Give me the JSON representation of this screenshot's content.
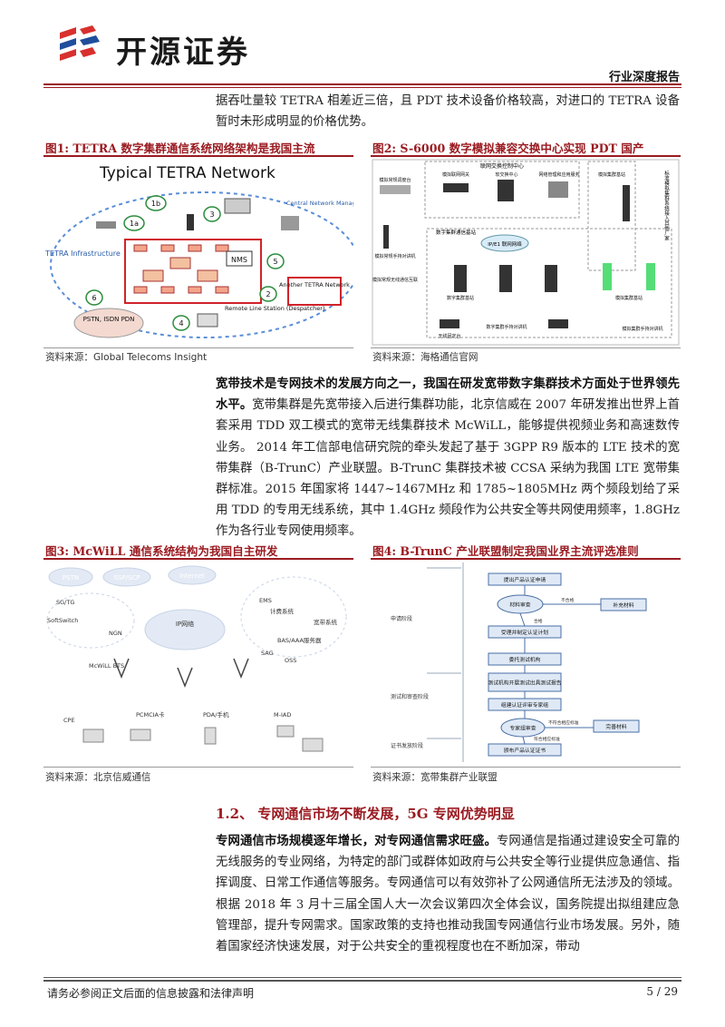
{
  "header": {
    "brand": "开源证券",
    "report_type": "行业深度报告"
  },
  "intro": {
    "text": "据吞吐量较 TETRA 相差近三倍，且 PDT 技术设备价格较高，对进口的 TETRA 设备暂时未形成明显的价格优势。"
  },
  "figures": {
    "fig1": {
      "caption": "图1:  TETRA 数字集群通信系统网络架构是我国主流",
      "source": "资料来源：Global Telecoms Insight",
      "image_title": "Typical TETRA Network",
      "labels": {
        "infra": "TETRA Infrastructure",
        "central": "Central Network Management",
        "nms": "NMS",
        "another": "Another TETRA Network",
        "remote": "Remote Line Station (Despatcher)",
        "pstn": "PSTN, ISDN PDN",
        "n1a": "1a",
        "n1b": "1b",
        "n2": "2",
        "n3": "3",
        "n4": "4",
        "n5": "5",
        "n6": "6"
      }
    },
    "fig2": {
      "caption": "图2:  S-6000 数字模拟兼容交换中心实现 PDT 国产",
      "source": "资料来源：海格通信官网",
      "labels": {
        "core": "联网交换控制中心",
        "gw": "模拟联网网关",
        "sw": "软交换中心",
        "mgmt": "网络管理和应用服务",
        "dispatch": "模拟常规调度台",
        "phone": "模拟常规手持对讲机",
        "interop": "模拟常规无线通信互联",
        "digi_net": "数字集群通信基站",
        "ip": "IP/E1 联网网络",
        "bs": "数字集群基站",
        "fixed": "无线固定台",
        "handset": "数字集群手持对讲机",
        "analog_bs": "模拟集群基站",
        "analog_net": "模拟集群基站",
        "side_note": "标准模拟集群系统接入其他厂家",
        "analog_hand": "模拟集群手持对讲机"
      }
    },
    "fig3": {
      "caption": "图3:  McWiLL 通信系统结构为我国自主研发",
      "source": "资料来源：北京信威通信",
      "labels": {
        "pstn": "PSTN",
        "ssp": "SSP/SCP",
        "internet": "Internet",
        "sgtg": "SG/TG",
        "softswitch": "SoftSwitch",
        "ngn": "NGN",
        "ipnet": "IP网络",
        "ems": "EMS",
        "billing": "计费系统",
        "broadband": "宽带系统",
        "bas": "BAS/AAA服务器",
        "sag": "SAG",
        "oss": "OSS",
        "bts": "McWiLL BTS",
        "cpe": "CPE",
        "pcmcia": "PCMCIA卡",
        "pda": "PDA/手机",
        "miad": "M-IAD"
      }
    },
    "fig4": {
      "caption": "图4:  B-TrunC 产业联盟制定我国业界主流评选准则",
      "source": "资料来源：宽带集群产业联盟",
      "stages": [
        "申请阶段",
        "测试和审查阶段",
        "证书发放阶段"
      ],
      "steps": [
        "提出产品认证申请",
        "材料审查",
        "补充材料",
        "受理并制定认证计划",
        "委托测试机构",
        "测试机构开展测试出具测试报告",
        "组建认证评审专家组",
        "专家组审查",
        "完善材料",
        "颁布产品认证证书"
      ],
      "edge_labels": [
        "不合格",
        "合格",
        "不符合相应标准",
        "符合相应标准"
      ]
    }
  },
  "para_broadband": {
    "lead": "宽带技术是专网技术的发展方向之一，我国在研发宽带数字集群技术方面处于世界领先水平。",
    "body": "宽带集群是先宽带接入后进行集群功能，北京信威在 2007 年研发推出世界上首套采用 TDD 双工模式的宽带无线集群技术 McWiLL，能够提供视频业务和高速数传业务。  2014 年工信部电信研究院的牵头发起了基于 3GPP R9 版本的 LTE 技术的宽带集群（B-TrunC）产业联盟。B-TrunC 集群技术被 CCSA 采纳为我国 LTE 宽带集群标准。2015 年国家将 1447~1467MHz 和 1785~1805MHz 两个频段划给了采用 TDD 的专用无线系统，其中 1.4GHz 频段作为公共安全等共网使用频率，1.8GHz 作为各行业专网使用频率。"
  },
  "section": {
    "title": "1.2、  专网通信市场不断发展，5G 专网优势明显"
  },
  "para_market": {
    "lead": "专网通信市场规模逐年增长，对专网通信需求旺盛。",
    "body": "专网通信是指通过建设安全可靠的无线服务的专业网络，为特定的部门或群体如政府与公共安全等行业提供应急通信、指挥调度、日常工作通信等服务。专网通信可以有效弥补了公网通信所无法涉及的领域。根据 2018 年 3 月十三届全国人大一次会议第四次全体会议，国务院提出拟组建应急管理部，提升专网需求。国家政策的支持也推动我国专网通信行业市场发展。另外，随着国家经济快速发展，对于公共安全的重视程度也在不断加深，带动"
  },
  "footer": {
    "disclaimer": "请务必参阅正文后面的信息披露和法律声明",
    "page": "5 / 29"
  },
  "colors": {
    "accent": "#9a1a20",
    "logo_blue": "#1f4e9c",
    "logo_red": "#d8302e"
  }
}
